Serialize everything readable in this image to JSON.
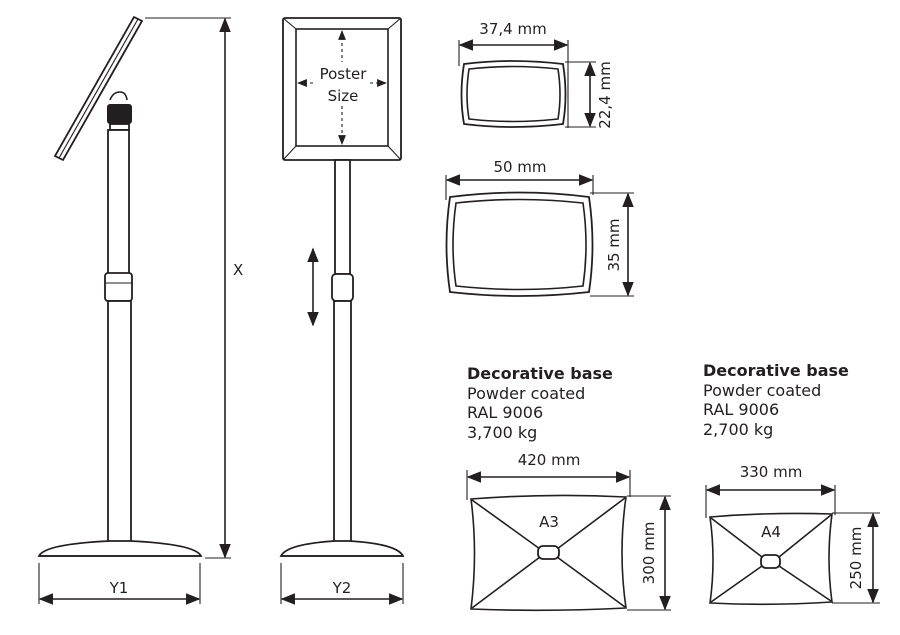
{
  "stand_left": {
    "height_label": "X",
    "width_label": "Y1"
  },
  "stand_right": {
    "poster_label_1": "Poster",
    "poster_label_2": "Size",
    "width_label": "Y2"
  },
  "frame_profiles": [
    {
      "width": "37,4 mm",
      "height": "22,4 mm"
    },
    {
      "width": "50 mm",
      "height": "35 mm"
    }
  ],
  "bases": [
    {
      "title": "Decorative base",
      "finish": "Powder coated",
      "color": "RAL 9006",
      "weight": "3,700 kg",
      "width": "420 mm",
      "height": "300 mm",
      "format": "A3"
    },
    {
      "title": "Decorative base",
      "finish": "Powder coated",
      "color": "RAL 9006",
      "weight": "2,700 kg",
      "width": "330 mm",
      "height": "250 mm",
      "format": "A4"
    }
  ],
  "colors": {
    "line": "#231f20",
    "background": "#ffffff"
  }
}
